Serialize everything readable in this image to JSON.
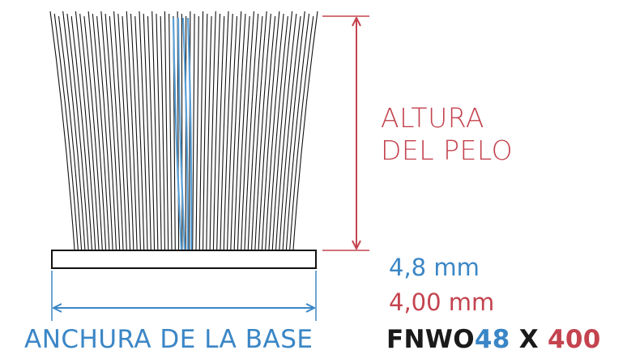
{
  "labels": {
    "height_line1": "ALTURA",
    "height_line2": "DEL PELO",
    "base_width": "ANCHURA DE LA BASE",
    "base_dim": "4,8 mm",
    "height_dim": "4,00 mm"
  },
  "product_code": {
    "prefix": "FNWO",
    "width_code": "48",
    "separator": " X ",
    "height_code": "400"
  },
  "colors": {
    "red": "#c4434f",
    "blue": "#3a86c6",
    "fiber_accent": "#5aa0d6",
    "fiber": "#111111"
  }
}
